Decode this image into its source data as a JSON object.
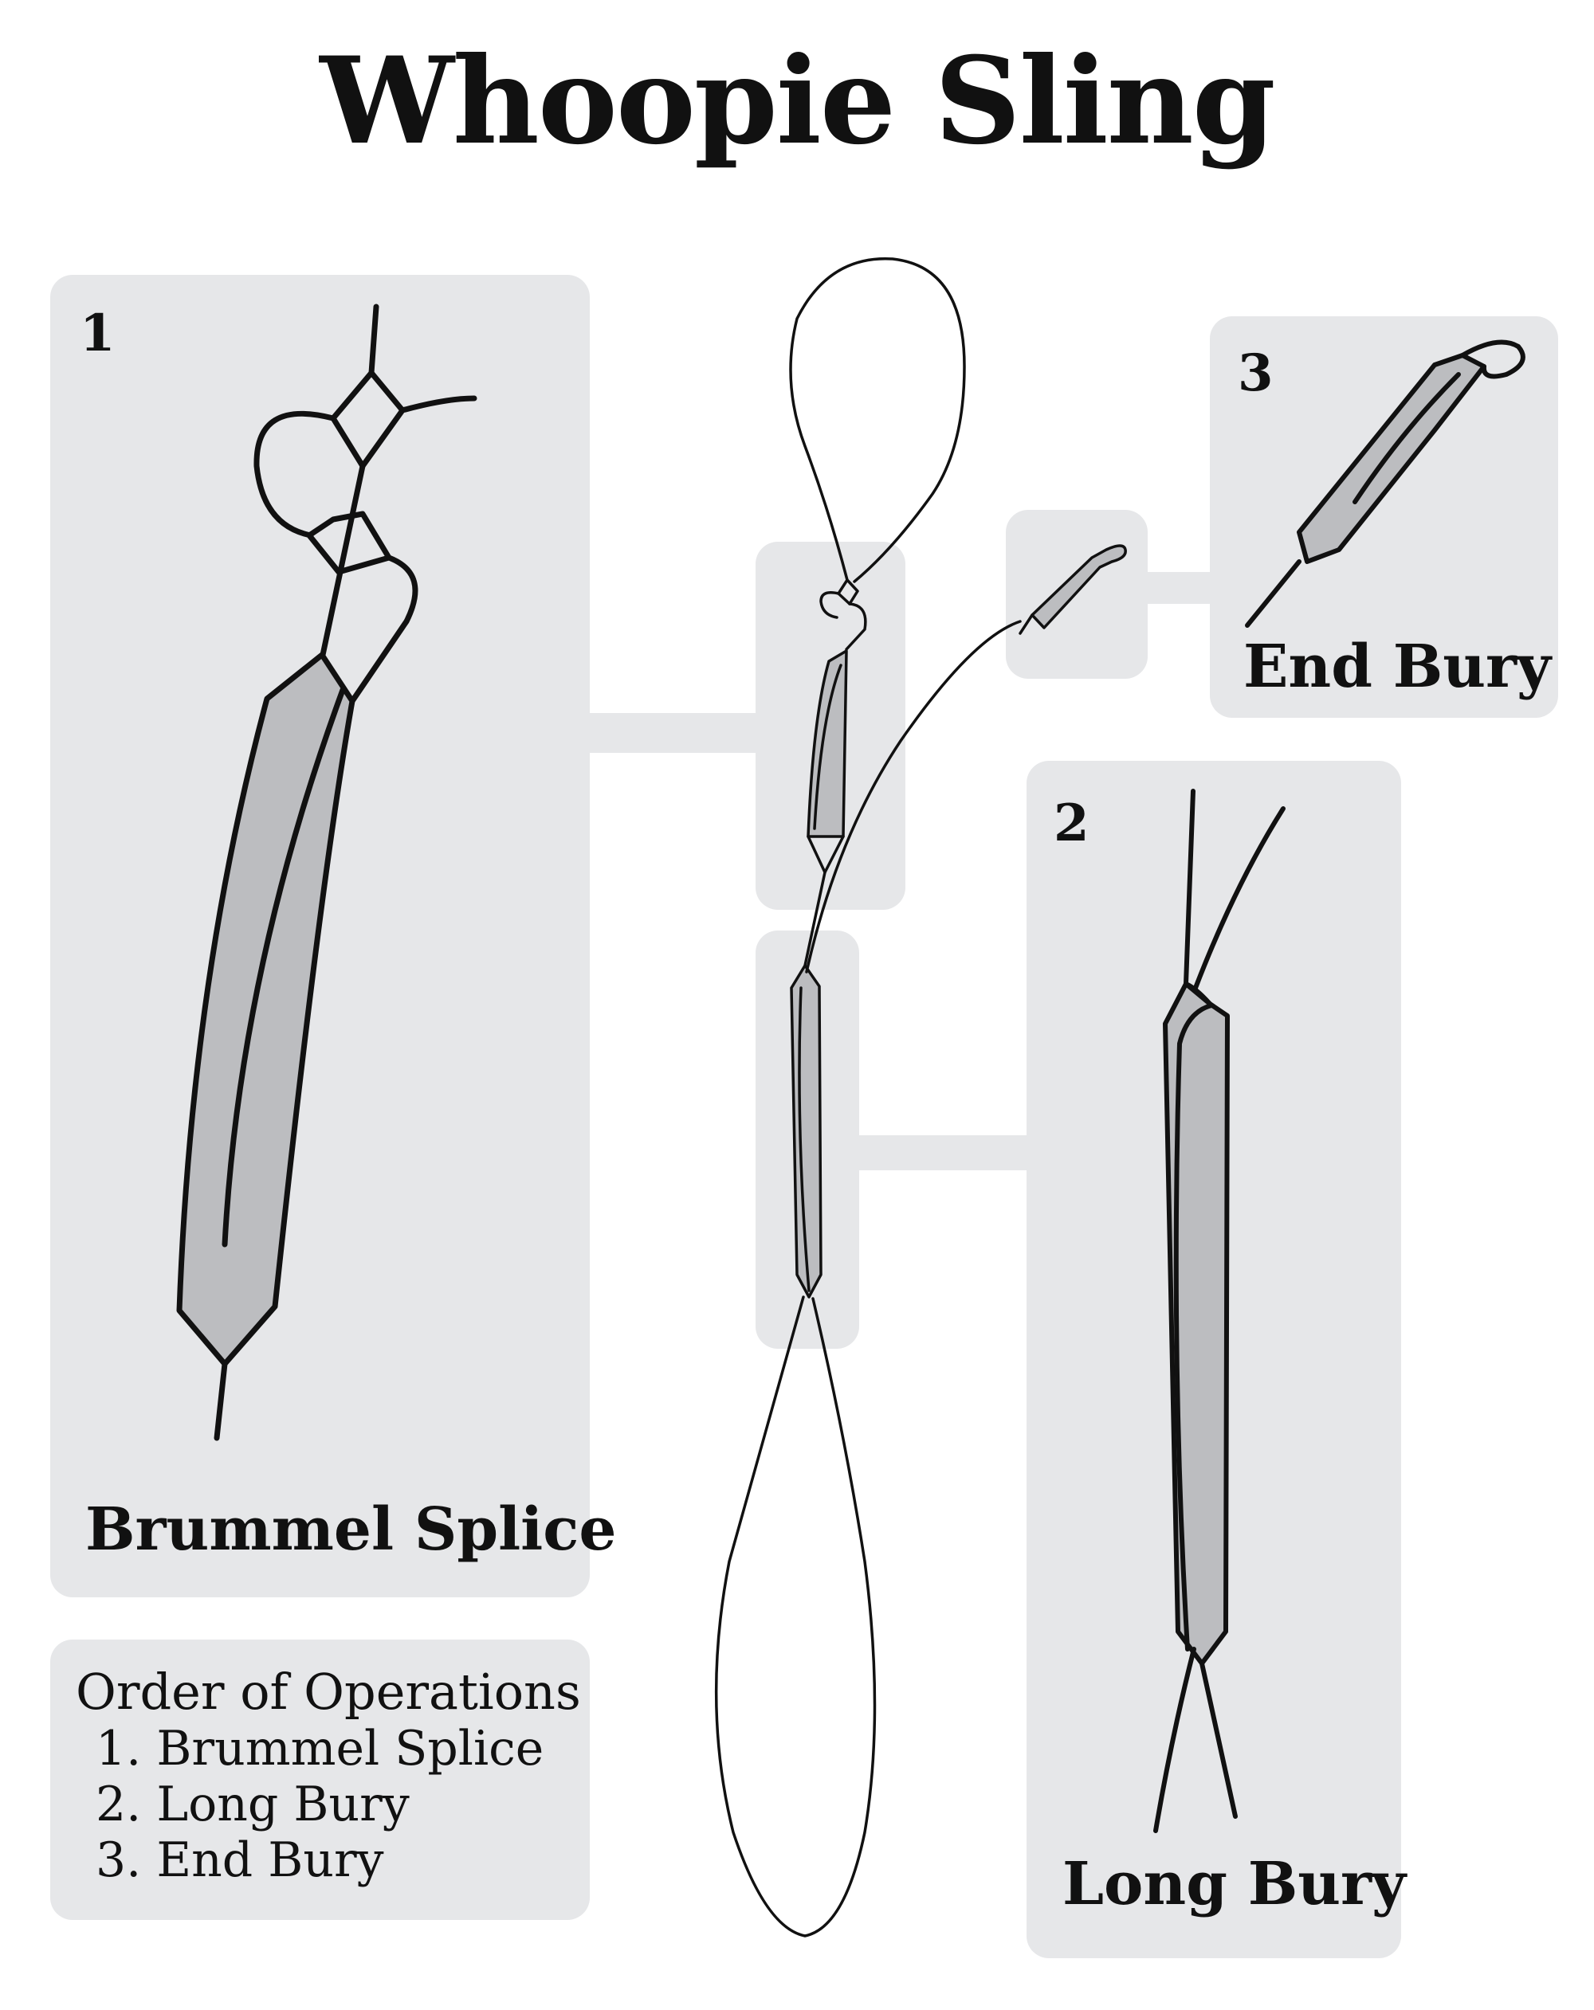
{
  "title": "Whoopie Sling",
  "panels": {
    "brummel": {
      "number": "1",
      "caption": "Brummel Splice"
    },
    "long_bury": {
      "number": "2",
      "caption": "Long Bury"
    },
    "end_bury": {
      "number": "3",
      "caption": "End Bury"
    }
  },
  "order_of_operations": {
    "title": "Order of Operations",
    "steps": [
      "1. Brummel Splice",
      "2. Long Bury",
      "3. End Bury"
    ]
  },
  "colors": {
    "panel_bg": "#e6e7e9",
    "sleeve_fill": "#bcbdc0",
    "line": "#111111"
  }
}
